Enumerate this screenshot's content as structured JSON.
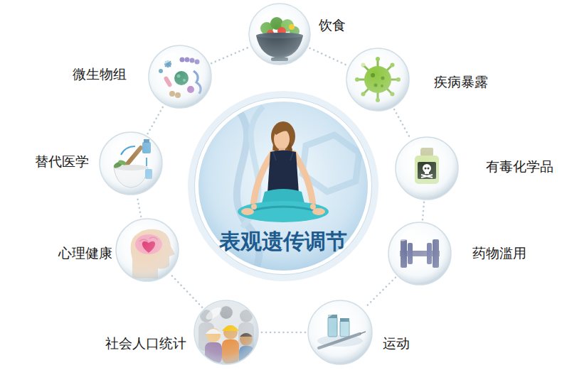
{
  "diagram": {
    "nodes": [
      {
        "text": [
          "表观遗传调节"
        ]
      },
      {
        "text": [
          "饮食"
        ]
      },
      {
        "text": [
          "疾病暴露"
        ]
      },
      {
        "text": [
          "有毒化学品"
        ]
      },
      {
        "text": [
          "药物滥用"
        ]
      },
      {
        "text": [
          "运动"
        ]
      },
      {
        "text": [
          "社会人口统计"
        ]
      },
      {
        "text": [
          "心理健康"
        ]
      },
      {
        "text": [
          "替代医学"
        ]
      },
      {
        "text": [
          "微生物组"
        ]
      }
    ],
    "edges": [
      {
        "from": 1,
        "to": 2,
        "arrow": "none"
      },
      {
        "from": 2,
        "to": 3,
        "arrow": "none"
      },
      {
        "from": 3,
        "to": 4,
        "arrow": "none"
      },
      {
        "from": 4,
        "to": 5,
        "arrow": "none"
      },
      {
        "from": 5,
        "to": 6,
        "arrow": "none"
      },
      {
        "from": 6,
        "to": 7,
        "arrow": "none"
      },
      {
        "from": 7,
        "to": 8,
        "arrow": "none"
      },
      {
        "from": 8,
        "to": 9,
        "arrow": "none"
      },
      {
        "from": 9,
        "to": 1,
        "arrow": "none"
      }
    ]
  }
}
